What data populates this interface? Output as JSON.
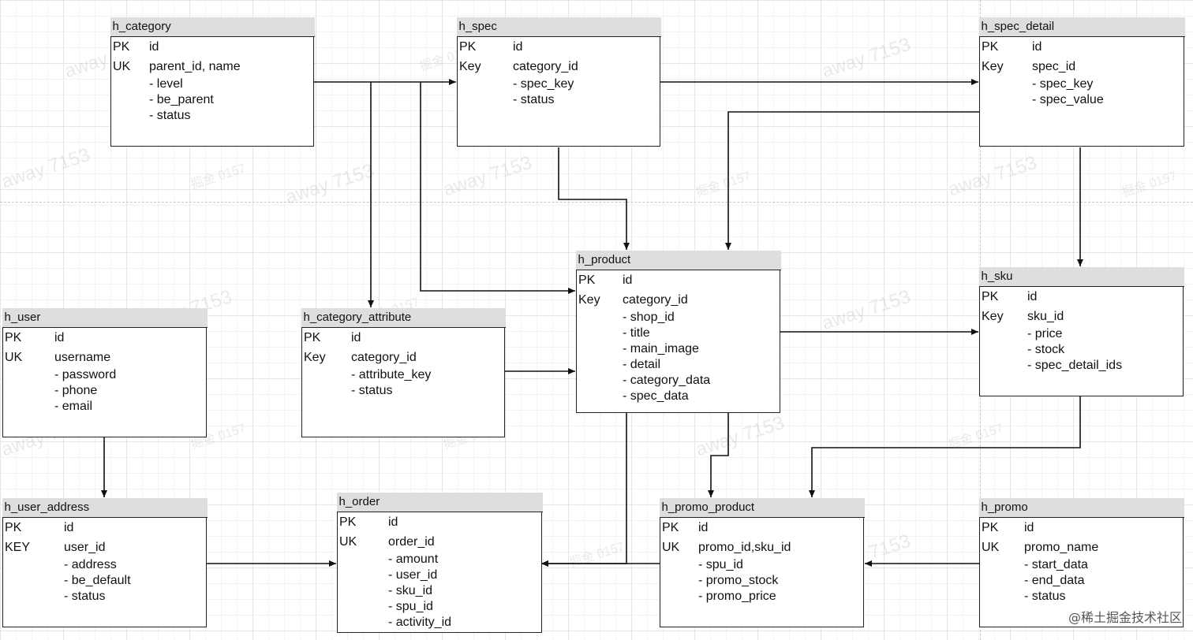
{
  "entities": [
    {
      "id": "h_category",
      "title": "h_category",
      "keys": [
        {
          "type": "PK",
          "field": "id"
        },
        {
          "type": "UK",
          "field": "parent_id, name"
        }
      ],
      "attributes": [
        "- level",
        "- be_parent",
        "- status"
      ]
    },
    {
      "id": "h_spec",
      "title": "h_spec",
      "keys": [
        {
          "type": "PK",
          "field": "id"
        },
        {
          "type": "Key",
          "field": "category_id"
        }
      ],
      "attributes": [
        "- spec_key",
        "- status"
      ]
    },
    {
      "id": "h_spec_detail",
      "title": "h_spec_detail",
      "keys": [
        {
          "type": "PK",
          "field": "id"
        },
        {
          "type": "Key",
          "field": "spec_id"
        }
      ],
      "attributes": [
        "- spec_key",
        "- spec_value"
      ]
    },
    {
      "id": "h_product",
      "title": "h_product",
      "keys": [
        {
          "type": "PK",
          "field": "id"
        },
        {
          "type": "Key",
          "field": "category_id"
        }
      ],
      "attributes": [
        "- shop_id",
        "- title",
        "- main_image",
        "- detail",
        "- category_data",
        "- spec_data"
      ]
    },
    {
      "id": "h_sku",
      "title": "h_sku",
      "keys": [
        {
          "type": "PK",
          "field": "id"
        },
        {
          "type": "Key",
          "field": "sku_id"
        }
      ],
      "attributes": [
        "- price",
        "- stock",
        "- spec_detail_ids"
      ]
    },
    {
      "id": "h_user",
      "title": "h_user",
      "keys": [
        {
          "type": "PK",
          "field": "id"
        },
        {
          "type": "UK",
          "field": "username"
        }
      ],
      "attributes": [
        "- password",
        "- phone",
        "- email"
      ]
    },
    {
      "id": "h_category_attribute",
      "title": "h_category_attribute",
      "keys": [
        {
          "type": "PK",
          "field": "id"
        },
        {
          "type": "Key",
          "field": "category_id"
        }
      ],
      "attributes": [
        "- attribute_key",
        "- status"
      ]
    },
    {
      "id": "h_user_address",
      "title": "h_user_address",
      "keys": [
        {
          "type": "PK",
          "field": "id"
        },
        {
          "type": "KEY",
          "field": "user_id"
        }
      ],
      "attributes": [
        "- address",
        "- be_default",
        "- status"
      ]
    },
    {
      "id": "h_order",
      "title": "h_order",
      "keys": [
        {
          "type": "PK",
          "field": "id"
        },
        {
          "type": "UK",
          "field": "order_id"
        }
      ],
      "attributes": [
        "- amount",
        "- user_id",
        "- sku_id",
        "- spu_id",
        "- activity_id"
      ]
    },
    {
      "id": "h_promo_product",
      "title": "h_promo_product",
      "keys": [
        {
          "type": "PK",
          "field": "id"
        },
        {
          "type": "UK",
          "field": "promo_id,sku_id"
        }
      ],
      "attributes": [
        "- spu_id",
        "- promo_stock",
        "- promo_price"
      ]
    },
    {
      "id": "h_promo",
      "title": "h_promo",
      "keys": [
        {
          "type": "PK",
          "field": "id"
        },
        {
          "type": "UK",
          "field": "promo_name"
        }
      ],
      "attributes": [
        "- start_data",
        "- end_data",
        "- status"
      ]
    }
  ],
  "relationships": [
    {
      "from": "h_category",
      "to": "h_spec"
    },
    {
      "from": "h_category",
      "to": "h_category_attribute"
    },
    {
      "from": "h_category",
      "to": "h_product"
    },
    {
      "from": "h_spec",
      "to": "h_spec_detail"
    },
    {
      "from": "h_spec",
      "to": "h_product"
    },
    {
      "from": "h_spec_detail",
      "to": "h_product"
    },
    {
      "from": "h_spec_detail",
      "to": "h_sku"
    },
    {
      "from": "h_product",
      "to": "h_sku"
    },
    {
      "from": "h_category_attribute",
      "to": "h_product"
    },
    {
      "from": "h_product",
      "to": "h_promo_product"
    },
    {
      "from": "h_product",
      "to": "h_order"
    },
    {
      "from": "h_sku",
      "to": "h_promo_product"
    },
    {
      "from": "h_user",
      "to": "h_user_address"
    },
    {
      "from": "h_user_address",
      "to": "h_order"
    },
    {
      "from": "h_promo_product",
      "to": "h_order"
    },
    {
      "from": "h_promo",
      "to": "h_promo_product"
    }
  ],
  "watermark": {
    "text": "away 7153",
    "secondary": "掘金 0157"
  },
  "corner_mark": "@稀土掘金技术社区",
  "colors": {
    "line": "#111111",
    "header": "#dedede",
    "border": "#222222"
  }
}
